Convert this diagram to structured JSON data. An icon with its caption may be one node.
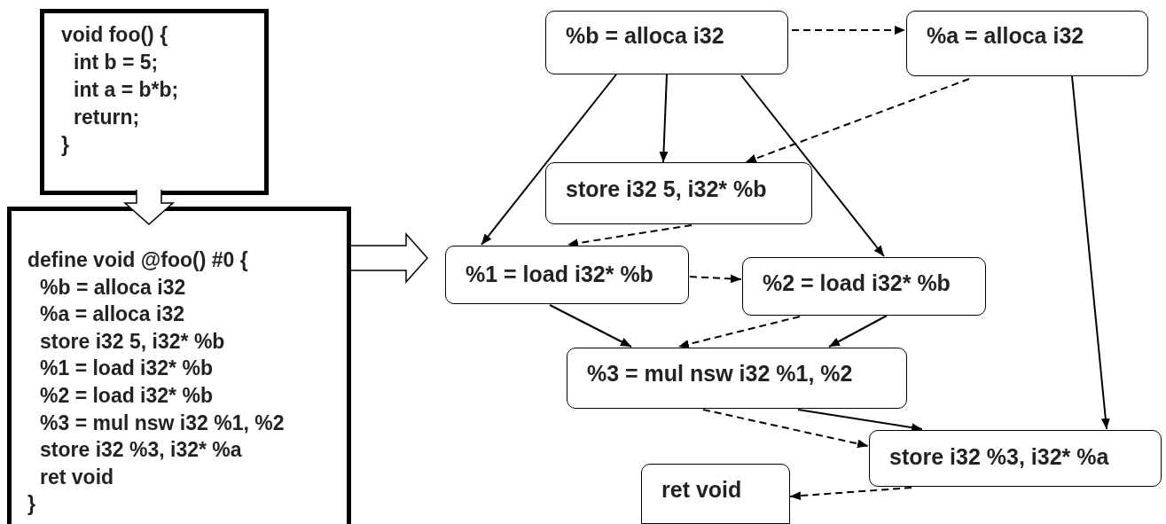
{
  "diagram": {
    "nodes": [
      {
        "text": [
          "void foo() {",
          "int b = 5;",
          "int a = b*b;",
          "return;",
          "}"
        ]
      },
      {
        "text": [
          "define void @foo() #0 {",
          "%b = alloca i32",
          "%a = alloca i32",
          "store i32 5, i32* %b",
          "%1 = load i32* %b",
          "%2 = load i32* %b",
          "%3 = mul nsw i32 %1, %2",
          "store i32 %3, i32* %a",
          "ret void",
          "}"
        ]
      },
      {
        "text": [
          "%b = alloca i32"
        ]
      },
      {
        "text": [
          "%a = alloca i32"
        ]
      },
      {
        "text": [
          "store i32 5, i32* %b"
        ]
      },
      {
        "text": [
          "%1 = load i32* %b"
        ]
      },
      {
        "text": [
          "%2 = load i32* %b"
        ]
      },
      {
        "text": [
          "%3 = mul nsw i32 %1, %2"
        ]
      },
      {
        "text": [
          "store i32 %3, i32* %a"
        ]
      },
      {
        "text": [
          "ret void"
        ]
      }
    ],
    "edges": [
      {
        "from": 0,
        "to": 1,
        "arrow": "to",
        "style": "thick"
      },
      {
        "from": 1,
        "to": null,
        "arrow": "to",
        "style": "thick"
      },
      {
        "from": 2,
        "to": 3,
        "arrow": "to",
        "style": "dashed"
      },
      {
        "from": 2,
        "to": 4,
        "arrow": "to"
      },
      {
        "from": 2,
        "to": 5,
        "arrow": "to"
      },
      {
        "from": 2,
        "to": 6,
        "arrow": "to"
      },
      {
        "from": 3,
        "to": 4,
        "arrow": "to",
        "style": "dashed"
      },
      {
        "from": 3,
        "to": 8,
        "arrow": "to"
      },
      {
        "from": 4,
        "to": 5,
        "arrow": "to",
        "style": "dashed"
      },
      {
        "from": 5,
        "to": 6,
        "arrow": "to",
        "style": "dashed"
      },
      {
        "from": 5,
        "to": 7,
        "arrow": "to"
      },
      {
        "from": 6,
        "to": 7,
        "arrow": "to",
        "style": "dashed"
      },
      {
        "from": 6,
        "to": 7,
        "arrow": "to"
      },
      {
        "from": 7,
        "to": 8,
        "arrow": "to",
        "style": "dashed"
      },
      {
        "from": 7,
        "to": 8,
        "arrow": "to"
      },
      {
        "from": 8,
        "to": 9,
        "arrow": "to",
        "style": "dashed"
      }
    ]
  }
}
